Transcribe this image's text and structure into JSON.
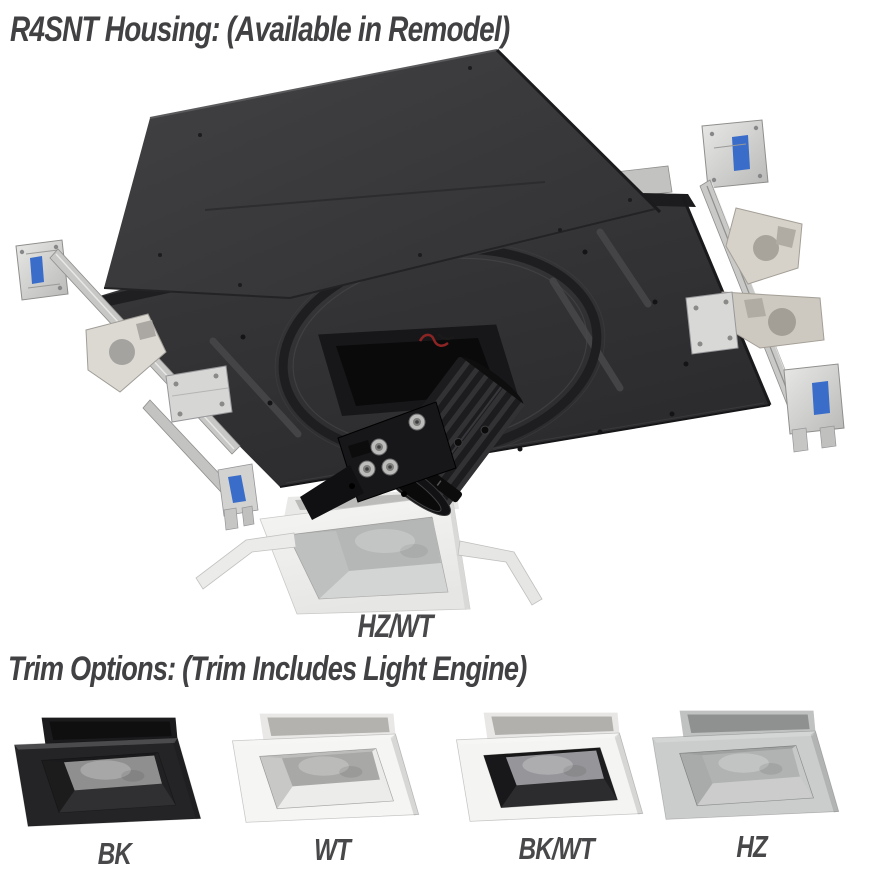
{
  "page": {
    "background": "#ffffff"
  },
  "header": {
    "title": "R4SNT Housing: (Available in Remodel)"
  },
  "housing": {
    "installed_trim_label": "HZ/WT",
    "depicted_parts": [
      "junction-box",
      "mounting-pan",
      "hanger-bars",
      "led-light-engine",
      "square-trim"
    ]
  },
  "trim_options": {
    "heading": "Trim Options: (Trim Includes Light Engine)",
    "options": [
      {
        "code": "BK",
        "name": "black-trim"
      },
      {
        "code": "WT",
        "name": "white-trim"
      },
      {
        "code": "BK/WT",
        "name": "black-white-trim"
      },
      {
        "code": "HZ",
        "name": "haze-trim"
      }
    ]
  },
  "colors": {
    "page_bg": "#ffffff",
    "title_text": "#414043",
    "label_text": "#48484a",
    "housing_black": "#333335",
    "bracket_silver": "#c9c9c7",
    "accent_blue": "#3a6cc9",
    "trim_white": "#f4f4f2",
    "trim_black": "#242426",
    "trim_haze": "#cbcdcc",
    "reflector_gray": "#a9a9a7"
  }
}
